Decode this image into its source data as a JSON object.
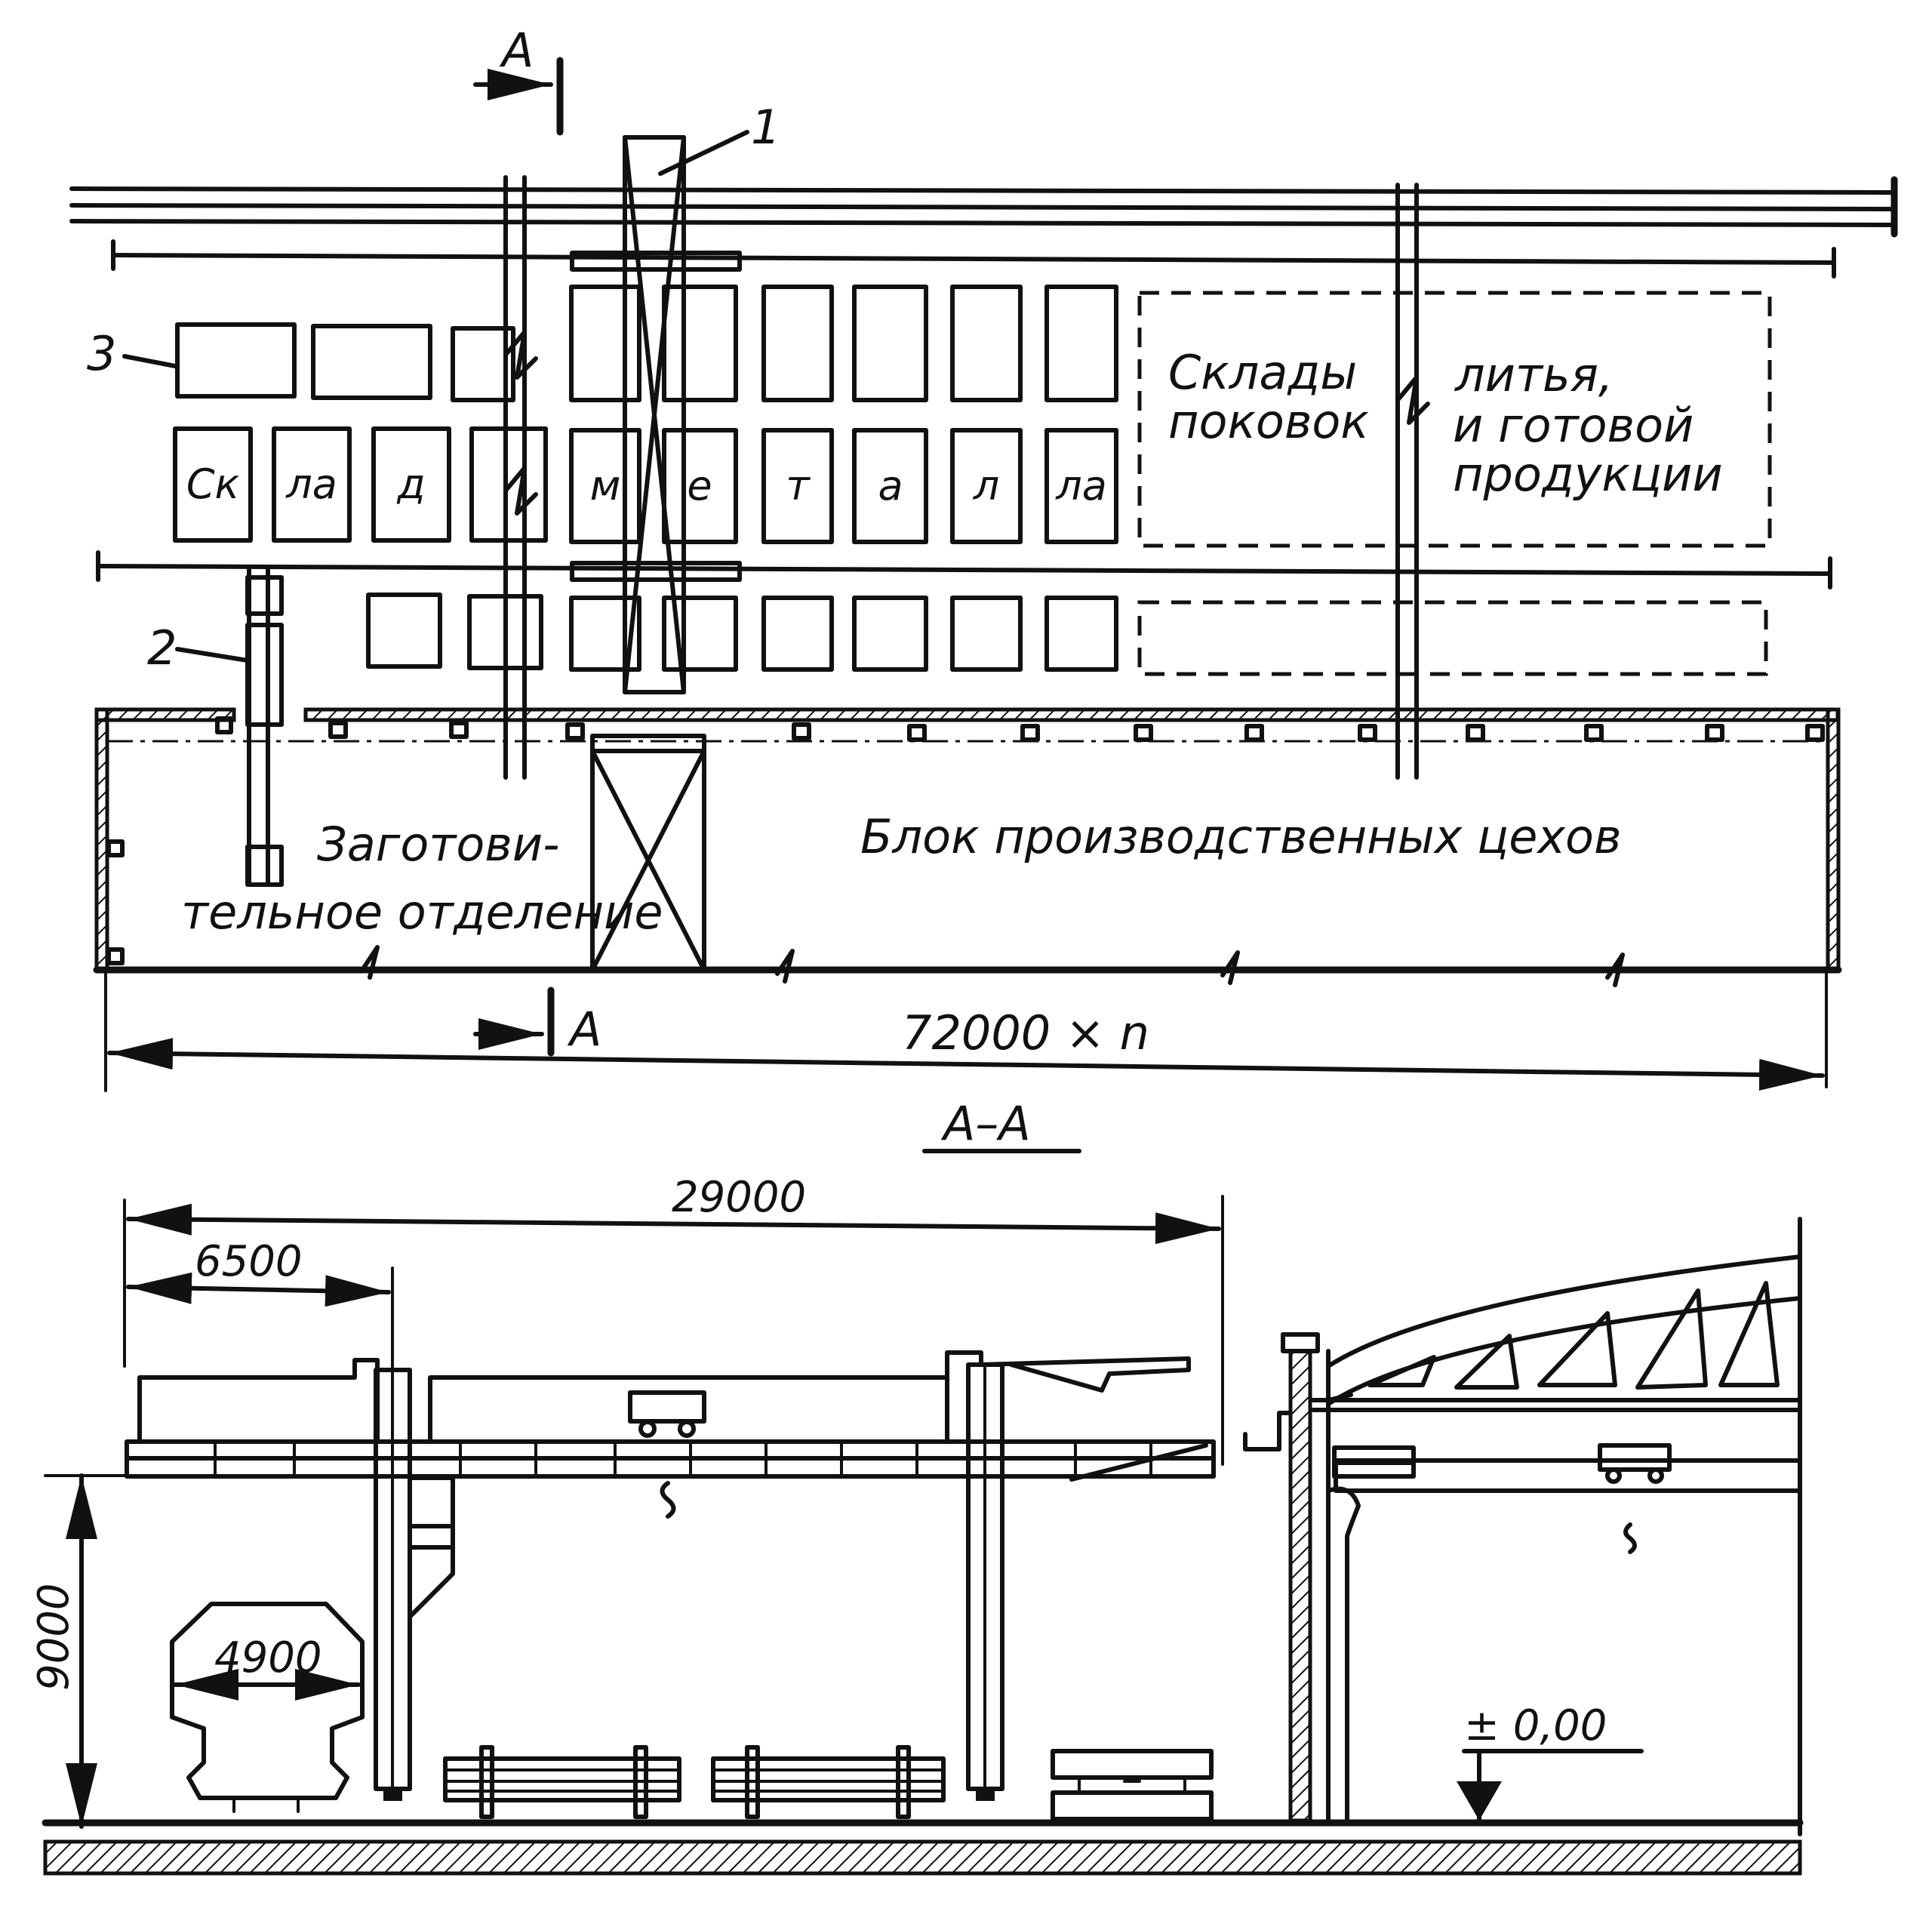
{
  "plan": {
    "section_mark": "A",
    "labels": {
      "callout_1": "1",
      "callout_2": "2",
      "callout_3": "3"
    },
    "stack_letters": [
      "Ск",
      "ла",
      "д",
      "",
      "м",
      "е",
      "т",
      "а",
      "л",
      "ла"
    ],
    "warehouse_lines": [
      "Склады",
      "поковок",
      "литья,",
      "и готовой",
      "продукции"
    ],
    "prep_lines": [
      "Заготови-",
      "тельное отделение"
    ],
    "block_label": "Блок производственных цехов",
    "length_dim": "72000 × n"
  },
  "section": {
    "title": "А–А",
    "dim_total": "29000",
    "dim_left": "6500",
    "dim_height": "9000",
    "dim_car": "4900",
    "level_mark": "± 0,00"
  }
}
